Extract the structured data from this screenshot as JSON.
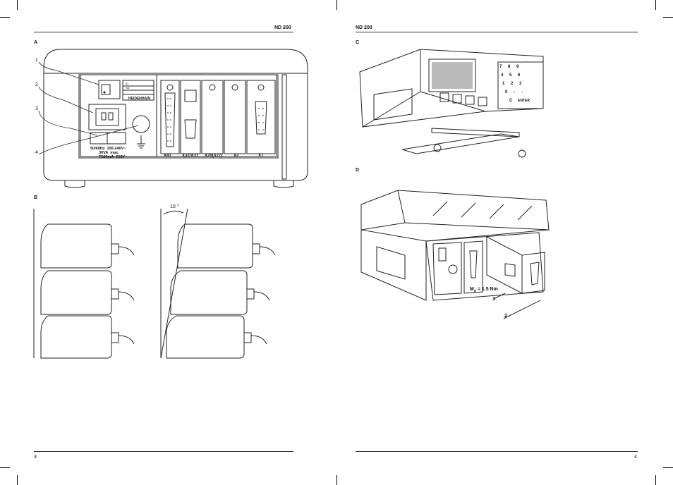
{
  "left_page": {
    "header": "ND 200",
    "page_number": "3",
    "figure_A": {
      "label": "A",
      "callouts": [
        "1",
        "2",
        "3",
        "4"
      ],
      "rating_lines": [
        "50/60Hz  100-240V~",
        "30VA  max.",
        "T500mA  250V~"
      ],
      "connectors": [
        "X41",
        "X32/X31",
        "X26(X27)",
        "X2",
        "X1"
      ],
      "brand": "HEIDENHAIN",
      "id_plate": [
        "ID",
        "SN"
      ]
    },
    "figure_B": {
      "label": "B",
      "angle": "10 °"
    }
  },
  "right_page": {
    "header": "ND 200",
    "page_number": "4",
    "figure_C": {
      "label": "C",
      "keypad_keys": [
        "7",
        "8",
        "9",
        "4",
        "5",
        "6",
        "1",
        "2",
        "3",
        "0",
        "-",
        ".",
        "C",
        "ENTER"
      ]
    },
    "figure_D": {
      "label": "D",
      "torque_main": "M",
      "torque_sub": "d",
      "torque_value": " = 1.5 Nm",
      "callouts": [
        "1",
        "2"
      ]
    }
  }
}
